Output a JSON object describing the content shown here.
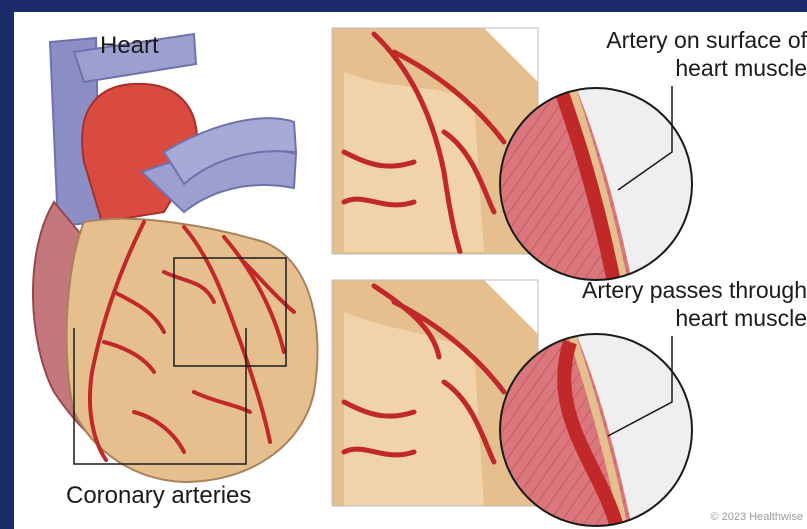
{
  "labels": {
    "heart": "Heart",
    "coronary": "Coronary arteries",
    "surface_line1": "Artery on surface of",
    "surface_line2": "heart muscle",
    "through_line1": "Artery passes through",
    "through_line2": "heart muscle",
    "copyright": "© 2023 Healthwise"
  },
  "colors": {
    "background": "#1b2a6b",
    "panel": "#ffffff",
    "muscle": "#e6bf8f",
    "muscle_light": "#f0d3a8",
    "artery": "#c0282a",
    "artery_dark": "#8e1a1c",
    "vessel_blue": "#8b8fc6",
    "aorta": "#d94a40",
    "muscle_pink": "#d96f76"
  }
}
